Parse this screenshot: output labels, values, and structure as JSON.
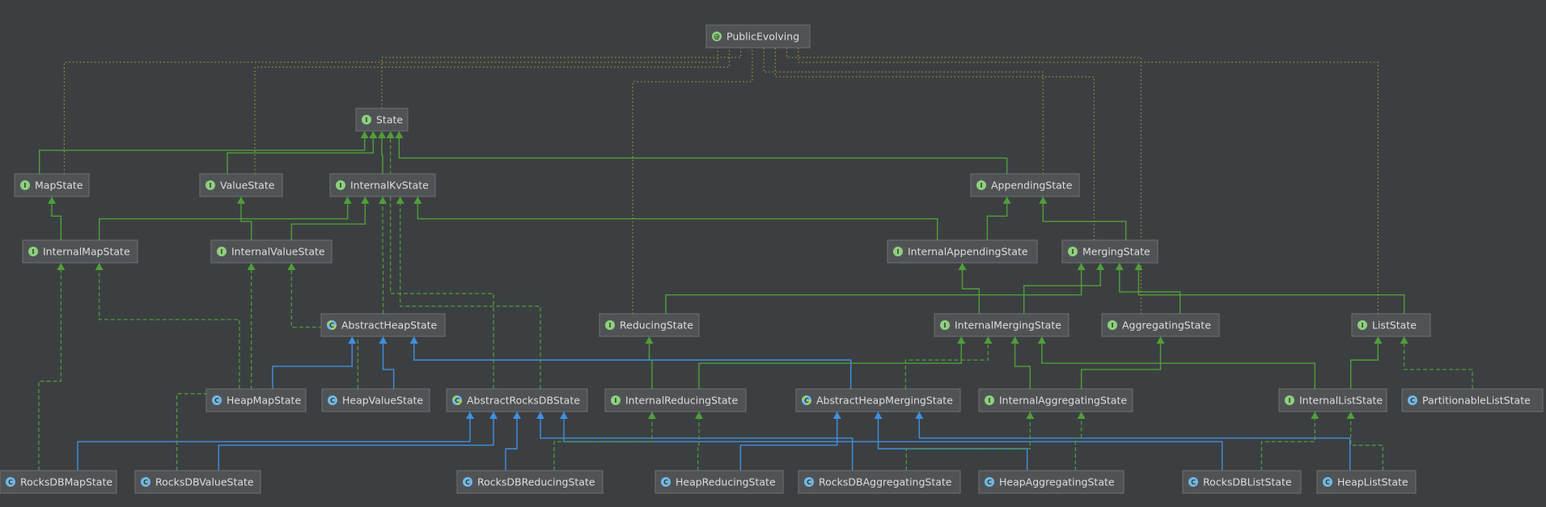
{
  "nodes": {
    "PublicEvolving": {
      "label": "PublicEvolving",
      "kind": "annotation",
      "icon": "annotation-icon"
    },
    "State": {
      "label": "State",
      "kind": "interface",
      "icon": "interface-icon"
    },
    "MapState": {
      "label": "MapState",
      "kind": "interface",
      "icon": "interface-icon"
    },
    "ValueState": {
      "label": "ValueState",
      "kind": "interface",
      "icon": "interface-icon"
    },
    "InternalKvState": {
      "label": "InternalKvState",
      "kind": "interface",
      "icon": "interface-icon"
    },
    "AppendingState": {
      "label": "AppendingState",
      "kind": "interface",
      "icon": "interface-icon"
    },
    "InternalMapState": {
      "label": "InternalMapState",
      "kind": "interface",
      "icon": "interface-icon"
    },
    "InternalValueState": {
      "label": "InternalValueState",
      "kind": "interface",
      "icon": "interface-icon"
    },
    "InternalAppendingState": {
      "label": "InternalAppendingState",
      "kind": "interface",
      "icon": "interface-icon"
    },
    "MergingState": {
      "label": "MergingState",
      "kind": "interface",
      "icon": "interface-icon"
    },
    "AbstractHeapState": {
      "label": "AbstractHeapState",
      "kind": "abstract",
      "icon": "abstract-class-icon"
    },
    "ReducingState": {
      "label": "ReducingState",
      "kind": "interface",
      "icon": "interface-icon"
    },
    "InternalMergingState": {
      "label": "InternalMergingState",
      "kind": "interface",
      "icon": "interface-icon"
    },
    "AggregatingState": {
      "label": "AggregatingState",
      "kind": "interface",
      "icon": "interface-icon"
    },
    "ListState": {
      "label": "ListState",
      "kind": "interface",
      "icon": "interface-icon"
    },
    "HeapMapState": {
      "label": "HeapMapState",
      "kind": "class",
      "icon": "class-icon"
    },
    "HeapValueState": {
      "label": "HeapValueState",
      "kind": "class",
      "icon": "class-icon"
    },
    "AbstractRocksDBState": {
      "label": "AbstractRocksDBState",
      "kind": "abstract",
      "icon": "abstract-class-icon"
    },
    "InternalReducingState": {
      "label": "InternalReducingState",
      "kind": "interface",
      "icon": "interface-icon"
    },
    "AbstractHeapMergingState": {
      "label": "AbstractHeapMergingState",
      "kind": "abstract",
      "icon": "abstract-class-icon"
    },
    "InternalAggregatingState": {
      "label": "InternalAggregatingState",
      "kind": "interface",
      "icon": "interface-icon"
    },
    "InternalListState": {
      "label": "InternalListState",
      "kind": "interface",
      "icon": "interface-icon"
    },
    "PartitionableListState": {
      "label": "PartitionableListState",
      "kind": "class",
      "icon": "class-icon"
    },
    "RocksDBMapState": {
      "label": "RocksDBMapState",
      "kind": "class",
      "icon": "class-icon"
    },
    "RocksDBValueState": {
      "label": "RocksDBValueState",
      "kind": "class",
      "icon": "class-icon"
    },
    "RocksDBReducingState": {
      "label": "RocksDBReducingState",
      "kind": "class",
      "icon": "class-icon"
    },
    "HeapReducingState": {
      "label": "HeapReducingState",
      "kind": "class",
      "icon": "class-icon"
    },
    "RocksDBAggregatingState": {
      "label": "RocksDBAggregatingState",
      "kind": "class",
      "icon": "class-icon"
    },
    "HeapAggregatingState": {
      "label": "HeapAggregatingState",
      "kind": "class",
      "icon": "class-icon"
    },
    "RocksDBListState": {
      "label": "RocksDBListState",
      "kind": "class",
      "icon": "class-icon"
    },
    "HeapListState": {
      "label": "HeapListState",
      "kind": "class",
      "icon": "class-icon"
    }
  },
  "edges": [
    {
      "from": "MapState",
      "to": "State",
      "type": "inherits-interface"
    },
    {
      "from": "ValueState",
      "to": "State",
      "type": "inherits-interface"
    },
    {
      "from": "InternalKvState",
      "to": "State",
      "type": "inherits-interface"
    },
    {
      "from": "AppendingState",
      "to": "State",
      "type": "inherits-interface"
    },
    {
      "from": "InternalMapState",
      "to": "MapState",
      "type": "inherits-interface"
    },
    {
      "from": "InternalMapState",
      "to": "InternalKvState",
      "type": "inherits-interface"
    },
    {
      "from": "InternalValueState",
      "to": "ValueState",
      "type": "inherits-interface"
    },
    {
      "from": "InternalValueState",
      "to": "InternalKvState",
      "type": "inherits-interface"
    },
    {
      "from": "InternalAppendingState",
      "to": "AppendingState",
      "type": "inherits-interface"
    },
    {
      "from": "InternalAppendingState",
      "to": "InternalKvState",
      "type": "inherits-interface"
    },
    {
      "from": "MergingState",
      "to": "AppendingState",
      "type": "inherits-interface"
    },
    {
      "from": "ReducingState",
      "to": "MergingState",
      "type": "inherits-interface"
    },
    {
      "from": "InternalMergingState",
      "to": "MergingState",
      "type": "inherits-interface"
    },
    {
      "from": "InternalMergingState",
      "to": "InternalAppendingState",
      "type": "inherits-interface"
    },
    {
      "from": "AggregatingState",
      "to": "MergingState",
      "type": "inherits-interface"
    },
    {
      "from": "ListState",
      "to": "MergingState",
      "type": "inherits-interface"
    },
    {
      "from": "InternalReducingState",
      "to": "ReducingState",
      "type": "inherits-interface"
    },
    {
      "from": "InternalReducingState",
      "to": "InternalMergingState",
      "type": "inherits-interface"
    },
    {
      "from": "InternalAggregatingState",
      "to": "InternalMergingState",
      "type": "inherits-interface"
    },
    {
      "from": "InternalAggregatingState",
      "to": "AggregatingState",
      "type": "inherits-interface"
    },
    {
      "from": "InternalListState",
      "to": "ListState",
      "type": "inherits-interface"
    },
    {
      "from": "InternalListState",
      "to": "InternalMergingState",
      "type": "inherits-interface"
    },
    {
      "from": "HeapMapState",
      "to": "AbstractHeapState",
      "type": "extends-class"
    },
    {
      "from": "HeapValueState",
      "to": "AbstractHeapState",
      "type": "extends-class"
    },
    {
      "from": "AbstractHeapMergingState",
      "to": "AbstractHeapState",
      "type": "extends-class"
    },
    {
      "from": "RocksDBMapState",
      "to": "AbstractRocksDBState",
      "type": "extends-class"
    },
    {
      "from": "RocksDBValueState",
      "to": "AbstractRocksDBState",
      "type": "extends-class"
    },
    {
      "from": "RocksDBReducingState",
      "to": "AbstractRocksDBState",
      "type": "extends-class"
    },
    {
      "from": "RocksDBAggregatingState",
      "to": "AbstractRocksDBState",
      "type": "extends-class"
    },
    {
      "from": "RocksDBListState",
      "to": "AbstractRocksDBState",
      "type": "extends-class"
    },
    {
      "from": "HeapReducingState",
      "to": "AbstractHeapMergingState",
      "type": "extends-class"
    },
    {
      "from": "HeapAggregatingState",
      "to": "AbstractHeapMergingState",
      "type": "extends-class"
    },
    {
      "from": "HeapListState",
      "to": "AbstractHeapMergingState",
      "type": "extends-class"
    },
    {
      "from": "AbstractHeapState",
      "to": "InternalKvState",
      "type": "implements"
    },
    {
      "from": "AbstractRocksDBState",
      "to": "InternalKvState",
      "type": "implements"
    },
    {
      "from": "AbstractRocksDBState",
      "to": "State",
      "type": "implements"
    },
    {
      "from": "HeapMapState",
      "to": "InternalMapState",
      "type": "implements"
    },
    {
      "from": "HeapValueState",
      "to": "InternalValueState",
      "type": "implements"
    },
    {
      "from": "RocksDBMapState",
      "to": "InternalMapState",
      "type": "implements"
    },
    {
      "from": "RocksDBValueState",
      "to": "InternalValueState",
      "type": "implements"
    },
    {
      "from": "AbstractHeapMergingState",
      "to": "InternalMergingState",
      "type": "implements"
    },
    {
      "from": "RocksDBReducingState",
      "to": "InternalReducingState",
      "type": "implements"
    },
    {
      "from": "HeapReducingState",
      "to": "InternalReducingState",
      "type": "implements"
    },
    {
      "from": "RocksDBAggregatingState",
      "to": "InternalAggregatingState",
      "type": "implements"
    },
    {
      "from": "HeapAggregatingState",
      "to": "InternalAggregatingState",
      "type": "implements"
    },
    {
      "from": "RocksDBListState",
      "to": "InternalListState",
      "type": "implements"
    },
    {
      "from": "HeapListState",
      "to": "InternalListState",
      "type": "implements"
    },
    {
      "from": "PartitionableListState",
      "to": "ListState",
      "type": "implements"
    },
    {
      "from": "State",
      "to": "PublicEvolving",
      "type": "annotated-by"
    },
    {
      "from": "MapState",
      "to": "PublicEvolving",
      "type": "annotated-by"
    },
    {
      "from": "ValueState",
      "to": "PublicEvolving",
      "type": "annotated-by"
    },
    {
      "from": "AppendingState",
      "to": "PublicEvolving",
      "type": "annotated-by"
    },
    {
      "from": "MergingState",
      "to": "PublicEvolving",
      "type": "annotated-by"
    },
    {
      "from": "ReducingState",
      "to": "PublicEvolving",
      "type": "annotated-by"
    },
    {
      "from": "AggregatingState",
      "to": "PublicEvolving",
      "type": "annotated-by"
    },
    {
      "from": "ListState",
      "to": "PublicEvolving",
      "type": "annotated-by"
    }
  ],
  "colors": {
    "background": "#3c3f41",
    "node_fill": "#505356",
    "node_border": "#6e7174",
    "interface_inheritance": "#4f9e3b",
    "class_inheritance": "#3f8fe0",
    "annotation_link": "#b9a33a",
    "interface_icon": "#8ed07f",
    "class_icon": "#73b7e8",
    "annotation_icon": "#8ed07f"
  }
}
